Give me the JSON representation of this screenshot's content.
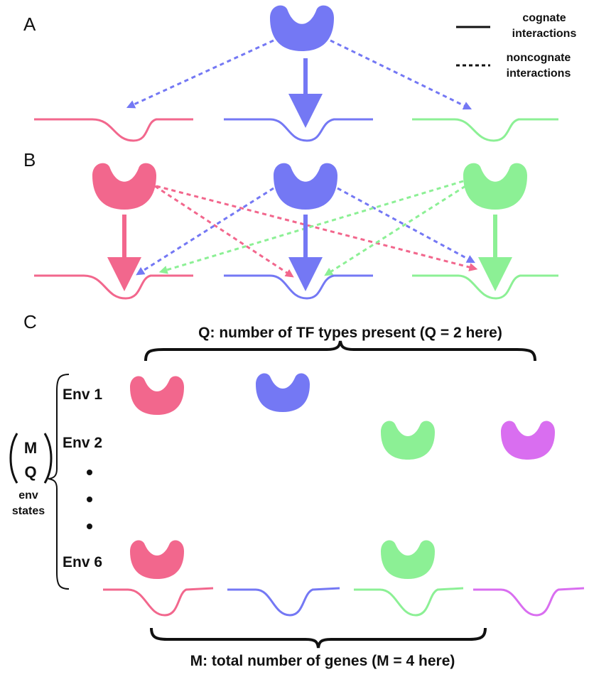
{
  "panels": {
    "a": "A",
    "b": "B",
    "c": "C"
  },
  "legend": {
    "cognate_line1": "cognate",
    "cognate_line2": "interactions",
    "noncognate_line1": "noncognate",
    "noncognate_line2": "interactions"
  },
  "colors": {
    "pink": "#f2678d",
    "blue": "#7478f4",
    "green": "#8cf095",
    "purple": "#d96ef0",
    "ink": "#111111"
  },
  "panel_c": {
    "top_label": "Q: number of TF types present (Q = 2 here)",
    "bottom_label": "M: total number of genes (M = 4 here)",
    "binom_top": "M",
    "binom_bottom": "Q",
    "side_line1": "env",
    "side_line2": "states",
    "envs": [
      {
        "label": "Env 1",
        "present": [
          "pink",
          "blue"
        ]
      },
      {
        "label": "Env 2",
        "present": [
          "green",
          "purple"
        ]
      },
      {
        "label": "Env 6",
        "present": [
          "pink",
          "green"
        ]
      }
    ],
    "genes": [
      "pink",
      "blue",
      "green",
      "purple"
    ]
  },
  "panel_a": {
    "tf": "blue",
    "genes": [
      "pink",
      "blue",
      "green"
    ]
  },
  "panel_b": {
    "tfs": [
      "pink",
      "blue",
      "green"
    ],
    "genes": [
      "pink",
      "blue",
      "green"
    ]
  }
}
